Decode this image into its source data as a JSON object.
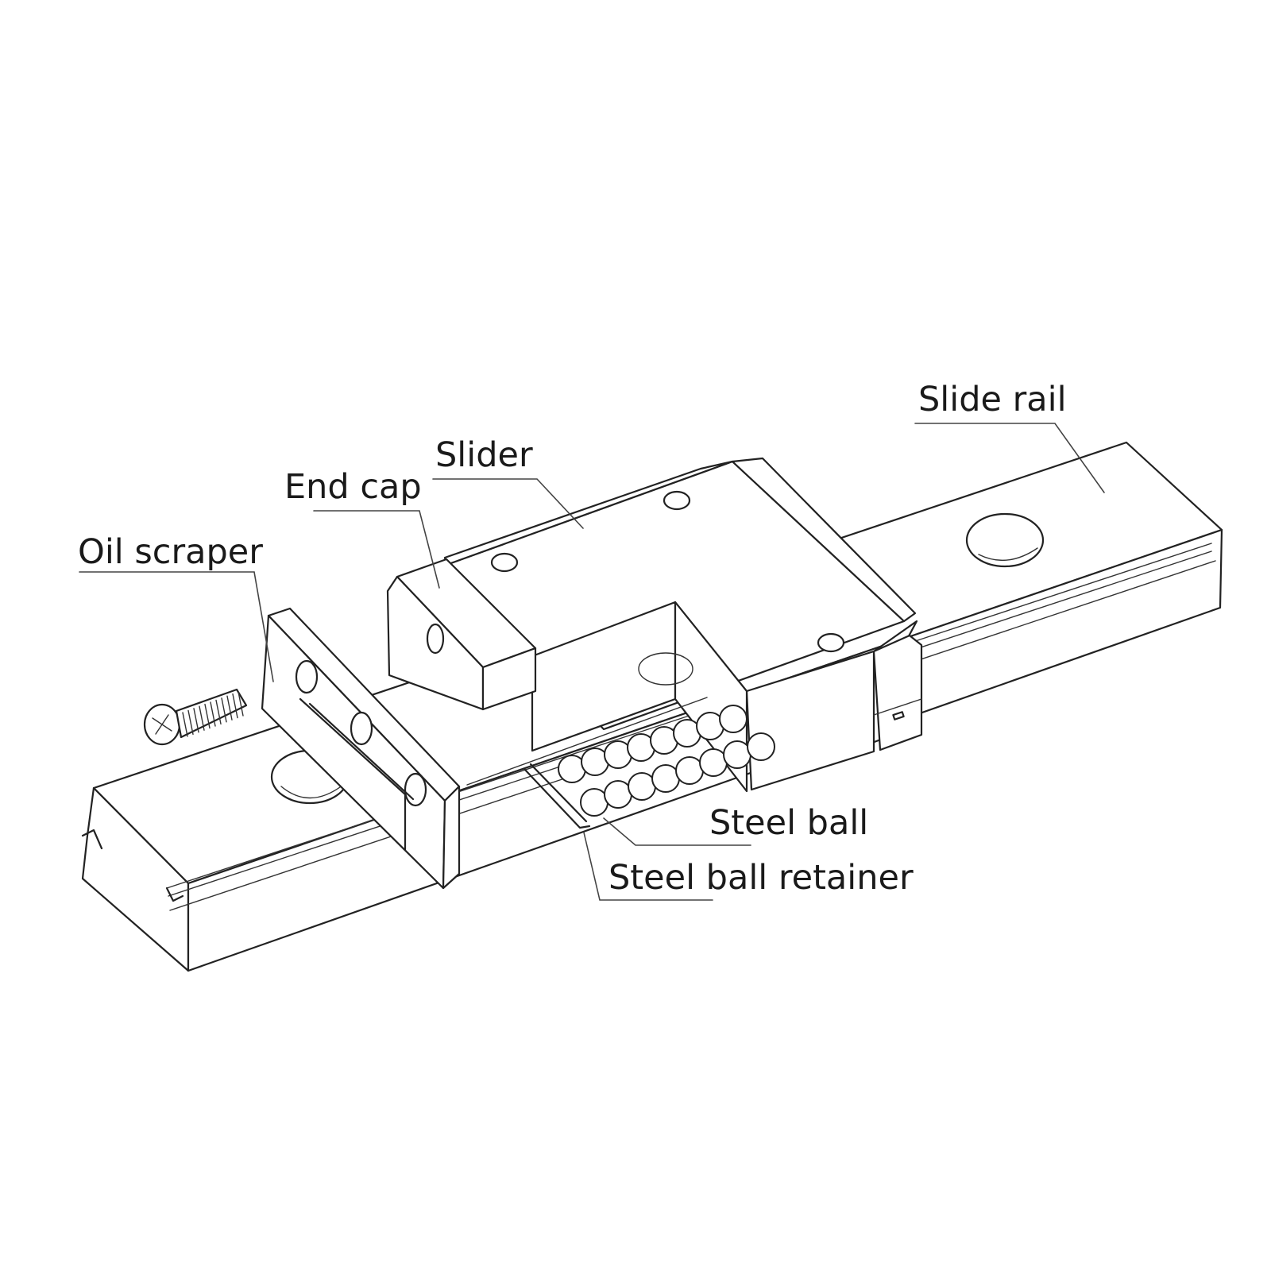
{
  "labels": {
    "slide_rail": "Slide rail",
    "slider": "Slider",
    "end_cap": "End cap",
    "oil_scraper": "Oil scraper",
    "steel_ball": "Steel ball",
    "steel_ball_retainer": "Steel ball retainer"
  },
  "colors": {
    "line": "#222222",
    "background": "#ffffff"
  }
}
